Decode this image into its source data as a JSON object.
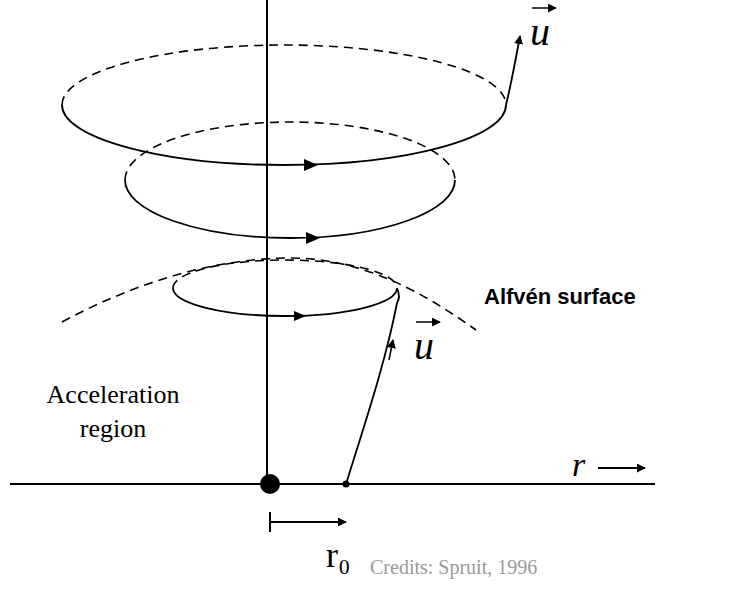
{
  "diagram": {
    "labels": [
      "u",
      "Alfvén surface",
      "u",
      "Acceleration region",
      "r₀",
      "r",
      "Credits: Spruit, 1996"
    ]
  }
}
